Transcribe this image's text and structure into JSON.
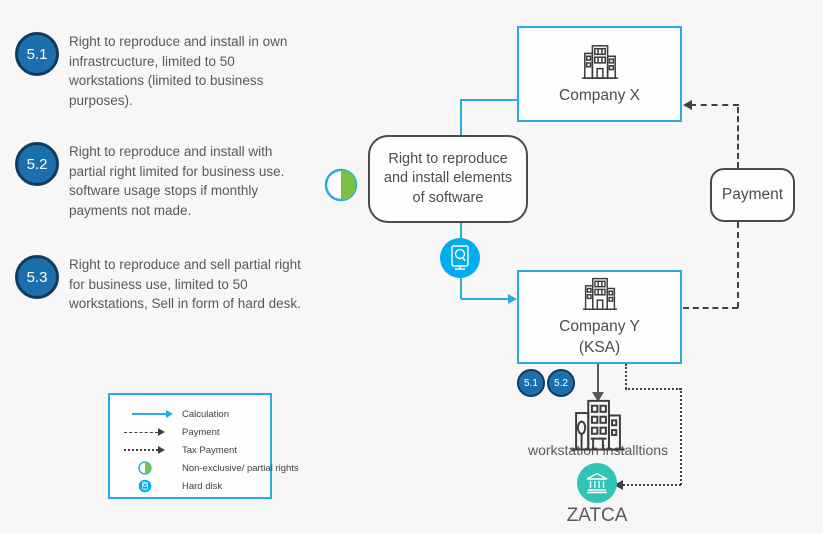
{
  "notes": [
    {
      "badge": "5.1",
      "text": "Right to reproduce and install in own infrastrcucture, limited to 50 workstations (limited to business purposes)."
    },
    {
      "badge": "5.2",
      "text": "Right to reproduce and install with partial right limited for business use. software usage stops if monthly payments not made."
    },
    {
      "badge": "5.3",
      "text": "Right to reproduce and sell partial right for business use, limited to 50 workstations, Sell in form of hard desk."
    }
  ],
  "legend": {
    "items": [
      {
        "icon": "solid-cyan-arrow",
        "label": "Calculation"
      },
      {
        "icon": "dashed-arrow",
        "label": "Payment"
      },
      {
        "icon": "dotted-arrow",
        "label": "Tax Payment"
      },
      {
        "icon": "half-green-circle",
        "label": "Non-exclusive/ partial rights"
      },
      {
        "icon": "hard-disk-circle",
        "label": "Hard disk"
      }
    ]
  },
  "diagram": {
    "company_x": {
      "label": "Company X"
    },
    "rights_box": {
      "label": "Right to reproduce and install elements of software"
    },
    "company_y": {
      "label": "Company Y",
      "sublabel": "(KSA)"
    },
    "payment_box": {
      "label": "Payment"
    },
    "company_y_badges": [
      "5.1",
      "5.2"
    ],
    "workstation_label": "workstation installtions",
    "zatca_label": "ZATCA"
  },
  "colors": {
    "accent_cyan": "#29abe2",
    "hdd_cyan": "#00aeef",
    "badge_blue": "#1c6fad",
    "badge_border": "#123a5c",
    "teal": "#2ec4b6",
    "partial_green": "#7ac143",
    "line_dark": "#414042",
    "text_gray": "#58595b",
    "background": "#f7f7f8"
  }
}
